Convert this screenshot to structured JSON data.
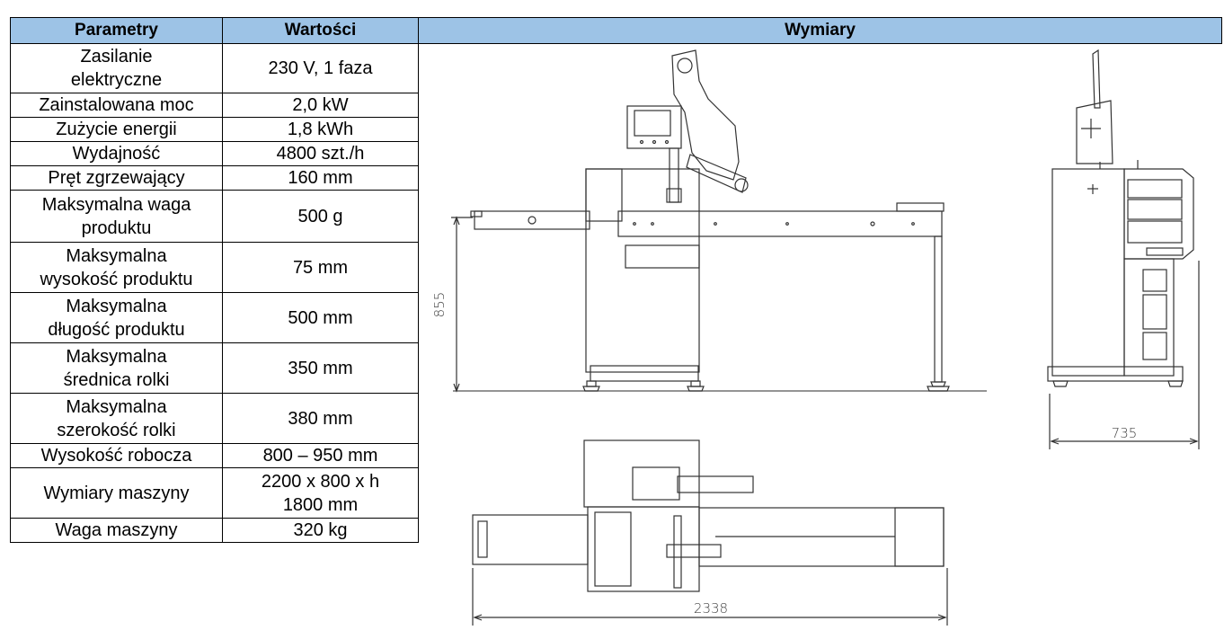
{
  "table": {
    "headers": {
      "param": "Parametry",
      "value": "Wartości",
      "dimensions": "Wymiary"
    },
    "rows": [
      {
        "param": "Zasilanie\nelektryczne",
        "value": "230 V, 1 faza"
      },
      {
        "param": "Zainstalowana moc",
        "value": "2,0 kW"
      },
      {
        "param": "Zużycie energii",
        "value": "1,8 kWh"
      },
      {
        "param": "Wydajność",
        "value": "4800 szt./h"
      },
      {
        "param": "Pręt zgrzewający",
        "value": "160 mm"
      },
      {
        "param": "Maksymalna waga\nproduktu",
        "value": "500 g"
      },
      {
        "param": "Maksymalna\nwysokość produktu",
        "value": "75 mm"
      },
      {
        "param": "Maksymalna\ndługość produktu",
        "value": "500 mm"
      },
      {
        "param": "Maksymalna\nśrednica rolki",
        "value": "350 mm"
      },
      {
        "param": "Maksymalna\nszerokość rolki",
        "value": "380 mm"
      },
      {
        "param": "Wysokość robocza",
        "value": "800 – 950 mm"
      },
      {
        "param": "Wymiary maszyny",
        "value": "2200 x 800 x h\n1800 mm"
      },
      {
        "param": "Waga maszyny",
        "value": "320 kg"
      }
    ]
  },
  "drawing": {
    "height_label": "855",
    "depth_label": "735",
    "length_label": "2338"
  }
}
